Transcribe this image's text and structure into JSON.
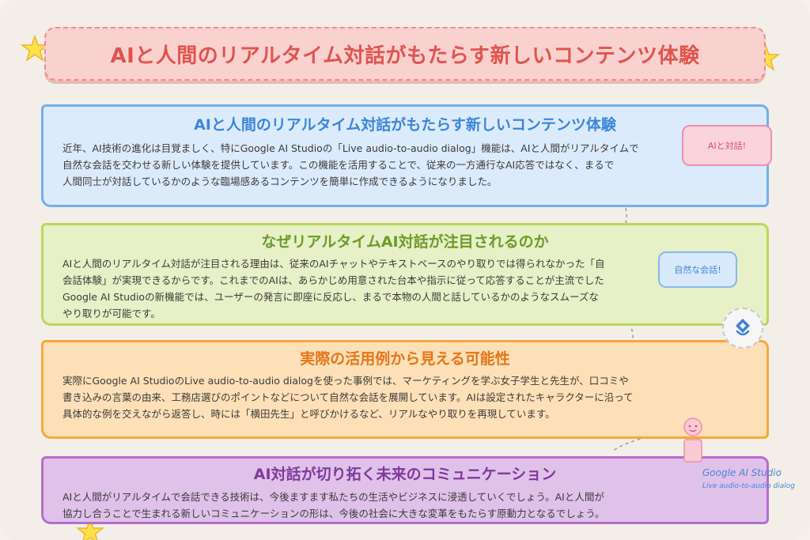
{
  "title": "AIと人間のリアルタイム対話がもたらす新しいコンテンツ体験",
  "sections": [
    {
      "heading": "AIと人間のリアルタイム対話がもたらす新しいコンテンツ体験",
      "body": "近年、AI技術の進化は目覚ましく、特にGoogle AI Studioの「Live audio-to-audio dialog」機能は、AIと人間がリアルタイムで\n自然な会話を交わせる新しい体験を提供しています。この機能を活用することで、従来の一方通行なAI応答ではなく、まるで\n人間同士が対話しているかのような臨場感あるコンテンツを簡単に作成できるようになりました。"
    },
    {
      "heading": "なぜリアルタイムAI対話が注目されるのか",
      "body": "AIと人間のリアルタイム対話が注目される理由は、従来のAIチャットやテキストベースのやり取りでは得られなかった「自\n会話体験」が実現できるからです。これまでのAIは、あらかじめ用意された台本や指示に従って応答することが主流でした\nGoogle AI Studioの新機能では、ユーザーの発言に即座に反応し、まるで本物の人間と話しているかのようなスムーズな\nやり取りが可能です。"
    },
    {
      "heading": "実際の活用例から見える可能性",
      "body": "実際にGoogle AI StudioのLive audio-to-audio dialogを使った事例では、マーケティングを学ぶ女子学生と先生が、口コミや\n書き込みの言葉の由来、工務店選びのポイントなどについて自然な会話を展開しています。AIは設定されたキャラクターに沿って\n具体的な例を交えながら返答し、時には「横田先生」と呼びかけるなど、リアルなやり取りを再現しています。"
    },
    {
      "heading": "AI対話が切り拓く未来のコミュニケーション",
      "body": "AIと人間がリアルタイムで会話できる技術は、今後ますます私たちの生活やビジネスに浸透していくでしょう。AIと人間が\n協力し合うことで生まれる新しいコミュニケーションの形は、今後の社会に大きな変革をもたらす原動力となるでしょう。"
    }
  ],
  "bubbles": [
    "AIと対話!",
    "自然な会話!"
  ],
  "captions": {
    "product": "Google AI Studio",
    "feature": "Live audio-to-audio dialog"
  },
  "icons": {
    "stars": "star-icon",
    "logo": "google-ai-studio-logo-icon",
    "character": "character-icon"
  }
}
